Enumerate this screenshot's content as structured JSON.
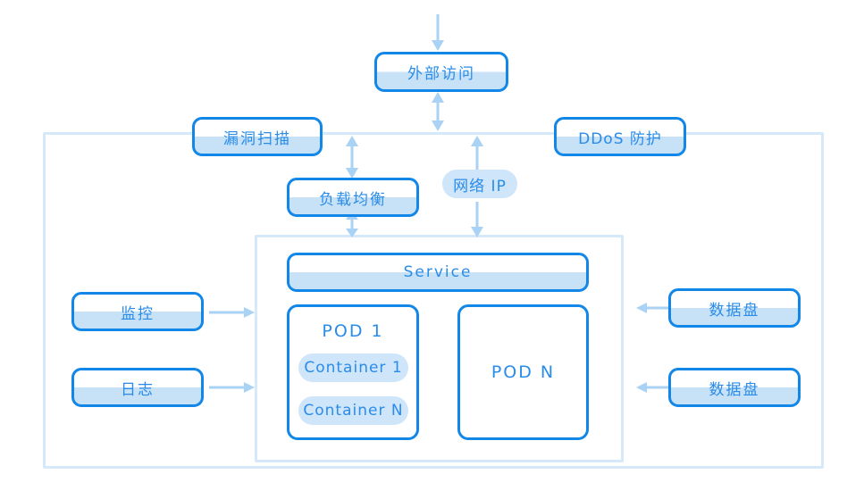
{
  "diagram": {
    "title": "Kubernetes Cloud Architecture",
    "colors": {
      "node_border": "#1287e8",
      "node_fill_bottom": "#c7e1f7",
      "pill_fill": "#cfe5f9",
      "text": "#2a8ce9",
      "zone_border": "#d6e9fb",
      "arrow": "#a9d2f4",
      "background": "#ffffff"
    },
    "nodes": {
      "external_access": "外部访问",
      "vuln_scan": "漏洞扫描",
      "ddos_protect": "DDoS 防护",
      "load_balancer": "负载均衡",
      "network_ip": "网络 IP",
      "service": "Service",
      "pod_1": "POD 1",
      "pod_n": "POD N",
      "container_1": "Container 1",
      "container_n": "Container N",
      "monitoring": "监控",
      "logging": "日志",
      "data_disk_1": "数据盘",
      "data_disk_2": "数据盘"
    },
    "arrows": [
      {
        "name": "top-inbound-arrow",
        "direction": "down"
      },
      {
        "name": "external-to-lb-arrow",
        "direction": "both"
      },
      {
        "name": "lb-upper-arrow",
        "direction": "both"
      },
      {
        "name": "lb-to-service-arrow",
        "direction": "both"
      },
      {
        "name": "network-ip-up-arrow",
        "direction": "up"
      },
      {
        "name": "network-ip-down-arrow",
        "direction": "down"
      },
      {
        "name": "monitoring-arrow",
        "direction": "right"
      },
      {
        "name": "logging-arrow",
        "direction": "right"
      },
      {
        "name": "data-disk-1-arrow",
        "direction": "left"
      },
      {
        "name": "data-disk-2-arrow",
        "direction": "left"
      }
    ]
  }
}
